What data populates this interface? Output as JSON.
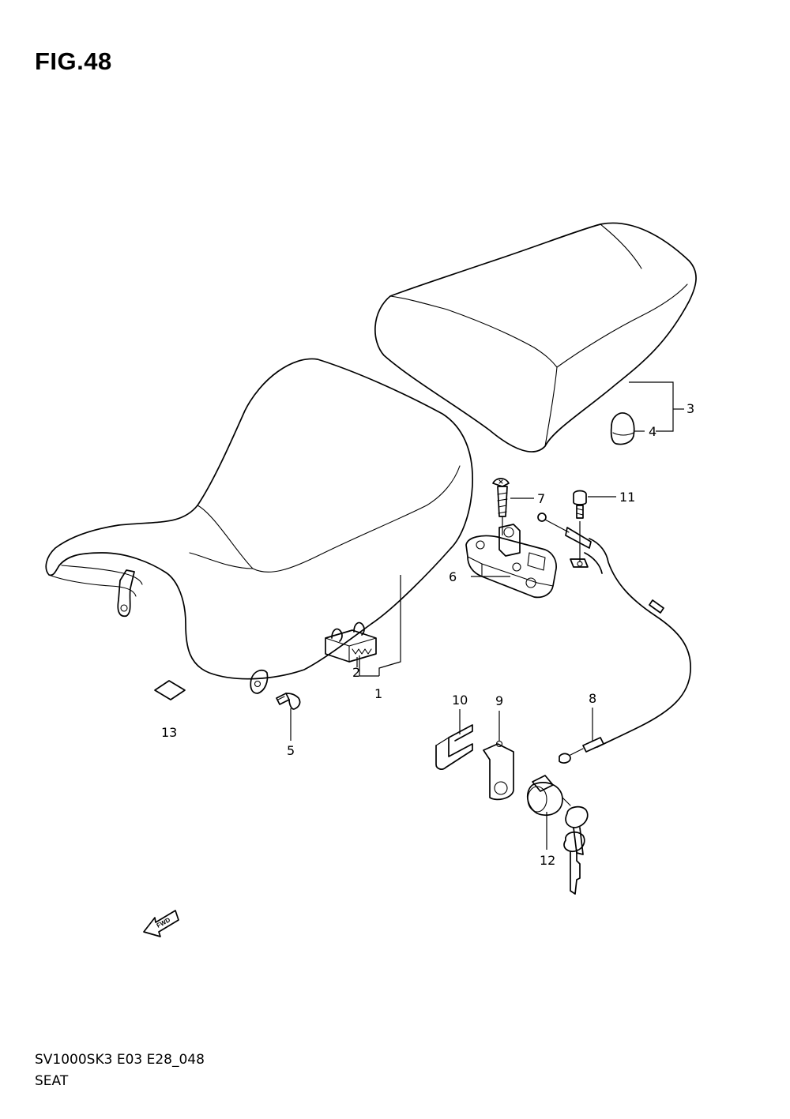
{
  "figure": {
    "title": "FIG.48"
  },
  "footer": {
    "model_code": "SV1000SK3 E03 E28_048",
    "section_name": "SEAT"
  },
  "direction_marker": {
    "label": "FWD",
    "icon": "fwd-arrow-icon"
  },
  "callouts": {
    "c1": "1",
    "c2": "2",
    "c3": "3",
    "c4": "4",
    "c5": "5",
    "c6": "6",
    "c7": "7",
    "c8": "8",
    "c9": "9",
    "c10": "10",
    "c11": "11",
    "c12": "12",
    "c13": "13"
  }
}
